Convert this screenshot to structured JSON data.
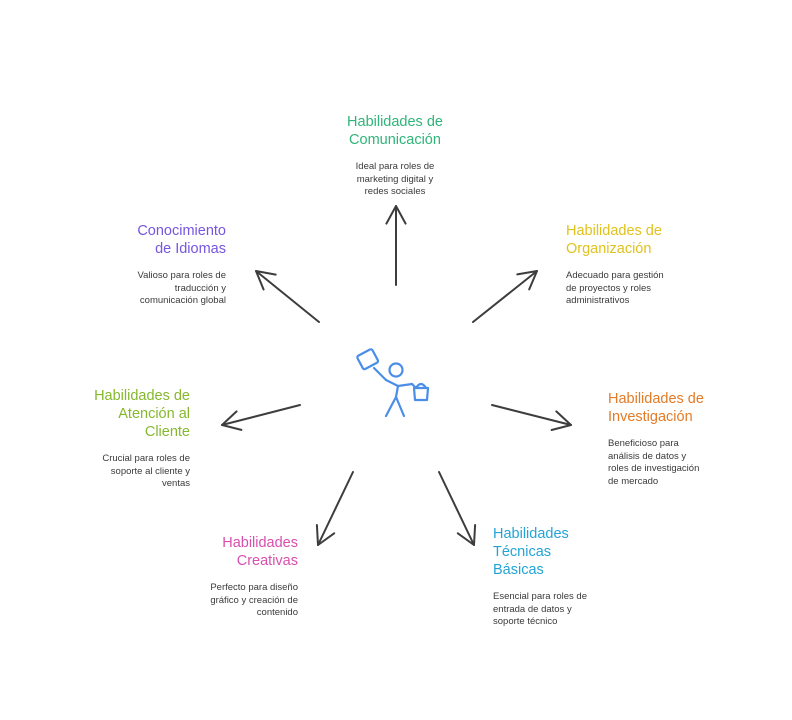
{
  "diagram": {
    "nodes": [
      {
        "id": "comunicacion",
        "title": "Habilidades de\nComunicación",
        "description": "Ideal para roles de\nmarketing digital y\nredes sociales",
        "color": "#2eb579"
      },
      {
        "id": "organizacion",
        "title": "Habilidades de\nOrganización",
        "description": "Adecuado para gestión\nde proyectos y roles\nadministrativos",
        "color": "#e0c21c"
      },
      {
        "id": "investigacion",
        "title": "Habilidades de\nInvestigación",
        "description": "Beneficioso para\nanálisis de datos y\nroles de investigación\nde mercado",
        "color": "#e37b27"
      },
      {
        "id": "tecnicas",
        "title": "Habilidades\nTécnicas\nBásicas",
        "description": "Esencial para roles de\nentrada de datos y\nsoporte técnico",
        "color": "#23a4d6"
      },
      {
        "id": "creativas",
        "title": "Habilidades\nCreativas",
        "description": "Perfecto para diseño\ngráfico y creación de\ncontenido",
        "color": "#d94fae"
      },
      {
        "id": "atencion",
        "title": "Habilidades de\nAtención al\nCliente",
        "description": "Crucial para roles de\nsoporte al cliente y\nventas",
        "color": "#86b82f"
      },
      {
        "id": "idiomas",
        "title": "Conocimiento\nde Idiomas",
        "description": "Valioso para roles de\ntraducción y\ncomunicación global",
        "color": "#7655e0"
      }
    ],
    "center_icon": "person-with-flag-icon",
    "icon_color": "#4a8ee8",
    "arrow_color": "#3d3d3d"
  }
}
